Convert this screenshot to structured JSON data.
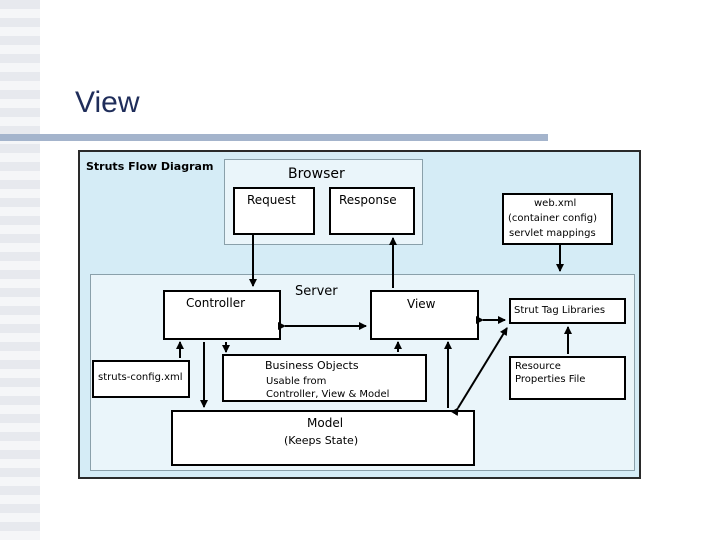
{
  "slide": {
    "title": "View"
  },
  "diagram": {
    "label": "Struts Flow Diagram",
    "browser": {
      "title": "Browser",
      "request": "Request",
      "response": "Response"
    },
    "webxml": {
      "line1": "web.xml",
      "line2": "(container config)",
      "line3": "servlet mappings"
    },
    "server": {
      "title": "Server"
    },
    "controller": "Controller",
    "view": "View",
    "struts_config": "struts-config.xml",
    "business_objects": {
      "title": "Business Objects",
      "line1": "Usable from",
      "line2": "Controller, View & Model"
    },
    "model": {
      "title": "Model",
      "subtitle": "(Keeps State)"
    },
    "tag_libraries": "Strut Tag Libraries",
    "resource": {
      "line1": "Resource",
      "line2": "Properties File"
    }
  },
  "colors": {
    "diagram_bg": "#d5ecf6",
    "title_text": "#1f2d5a",
    "rule": "#a4b4cc"
  }
}
